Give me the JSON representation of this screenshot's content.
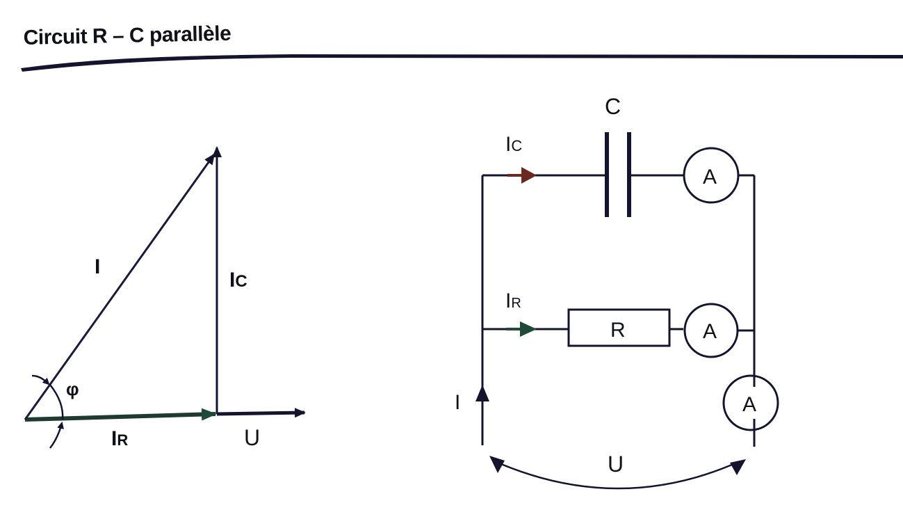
{
  "title": "Circuit R – C parallèle",
  "colors": {
    "ink": "#14142e",
    "ir_arrow": "#1f4a3a",
    "ic_arrow": "#6a2a22",
    "background": "#ffffff"
  },
  "phasor_diagram": {
    "labels": {
      "I": "I",
      "I_main": "I",
      "I_sub": "",
      "IC_main": "I",
      "IC_sub": "C",
      "IR_main": "I",
      "IR_sub": "R",
      "U": "U",
      "phi": "φ"
    },
    "vectors": [
      {
        "name": "I",
        "from": "origin",
        "to": "top",
        "description": "total current, hypotenuse"
      },
      {
        "name": "IC",
        "from": "IR tip",
        "to": "top",
        "description": "capacitor current, vertical"
      },
      {
        "name": "IR",
        "from": "origin",
        "to": "IR tip",
        "description": "resistor current, horizontal"
      },
      {
        "name": "U",
        "from": "IR tip",
        "to": "right",
        "description": "voltage reference, horizontal"
      }
    ]
  },
  "circuit": {
    "labels": {
      "C": "C",
      "IC_main": "I",
      "IC_sub": "C",
      "IR_main": "I",
      "IR_sub": "R",
      "R": "R",
      "I": "I",
      "U": "U",
      "ammeter_1": "A",
      "ammeter_2": "A",
      "ammeter_3": "A"
    },
    "branches": [
      {
        "name": "capacitor-branch",
        "components": [
          "capacitor C",
          "ammeter A"
        ]
      },
      {
        "name": "resistor-branch",
        "components": [
          "resistor R",
          "ammeter A"
        ]
      },
      {
        "name": "main-line",
        "components": [
          "ammeter A"
        ]
      }
    ]
  }
}
